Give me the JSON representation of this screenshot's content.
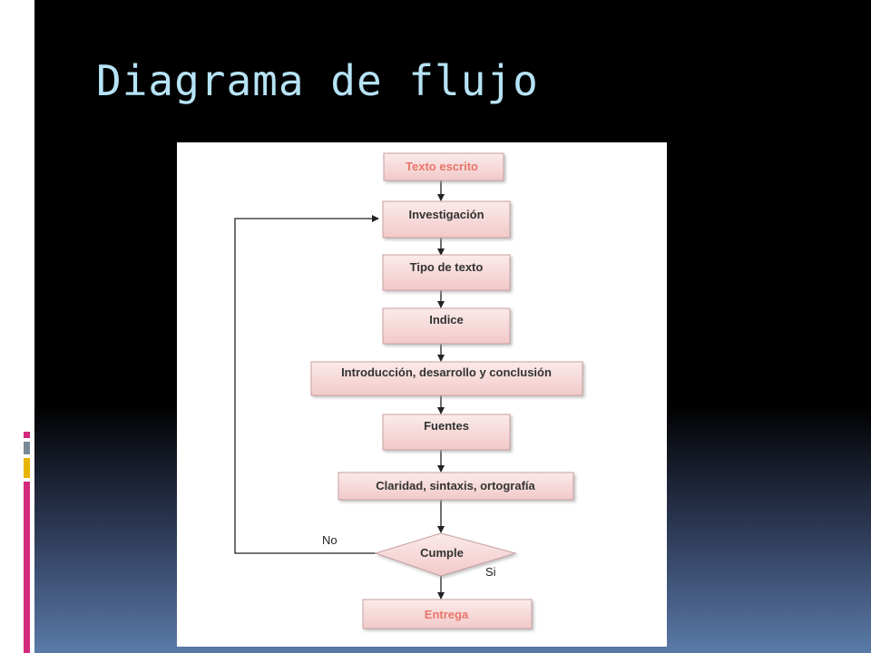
{
  "slide": {
    "title": "Diagrama de flujo"
  },
  "colors": {
    "title": "#b6e3f5",
    "node_fill": "#f7dcdc",
    "node_stroke": "#c9a0a0",
    "accent_text": "#e8766a",
    "deco_magenta": "#d42a7c",
    "deco_gray": "#7a8a96",
    "deco_yellow": "#e8b400"
  },
  "flowchart": {
    "nodes": {
      "start": "Texto escrito",
      "investigacion": "Investigación",
      "tipo": "Tipo de texto",
      "indice": "Indice",
      "intro": "Introducción, desarrollo y conclusión",
      "fuentes": "Fuentes",
      "claridad": "Claridad, sintaxis, ortografía",
      "decision": "Cumple",
      "end": "Entrega"
    },
    "edges": {
      "no": "No",
      "yes": "Si"
    }
  }
}
